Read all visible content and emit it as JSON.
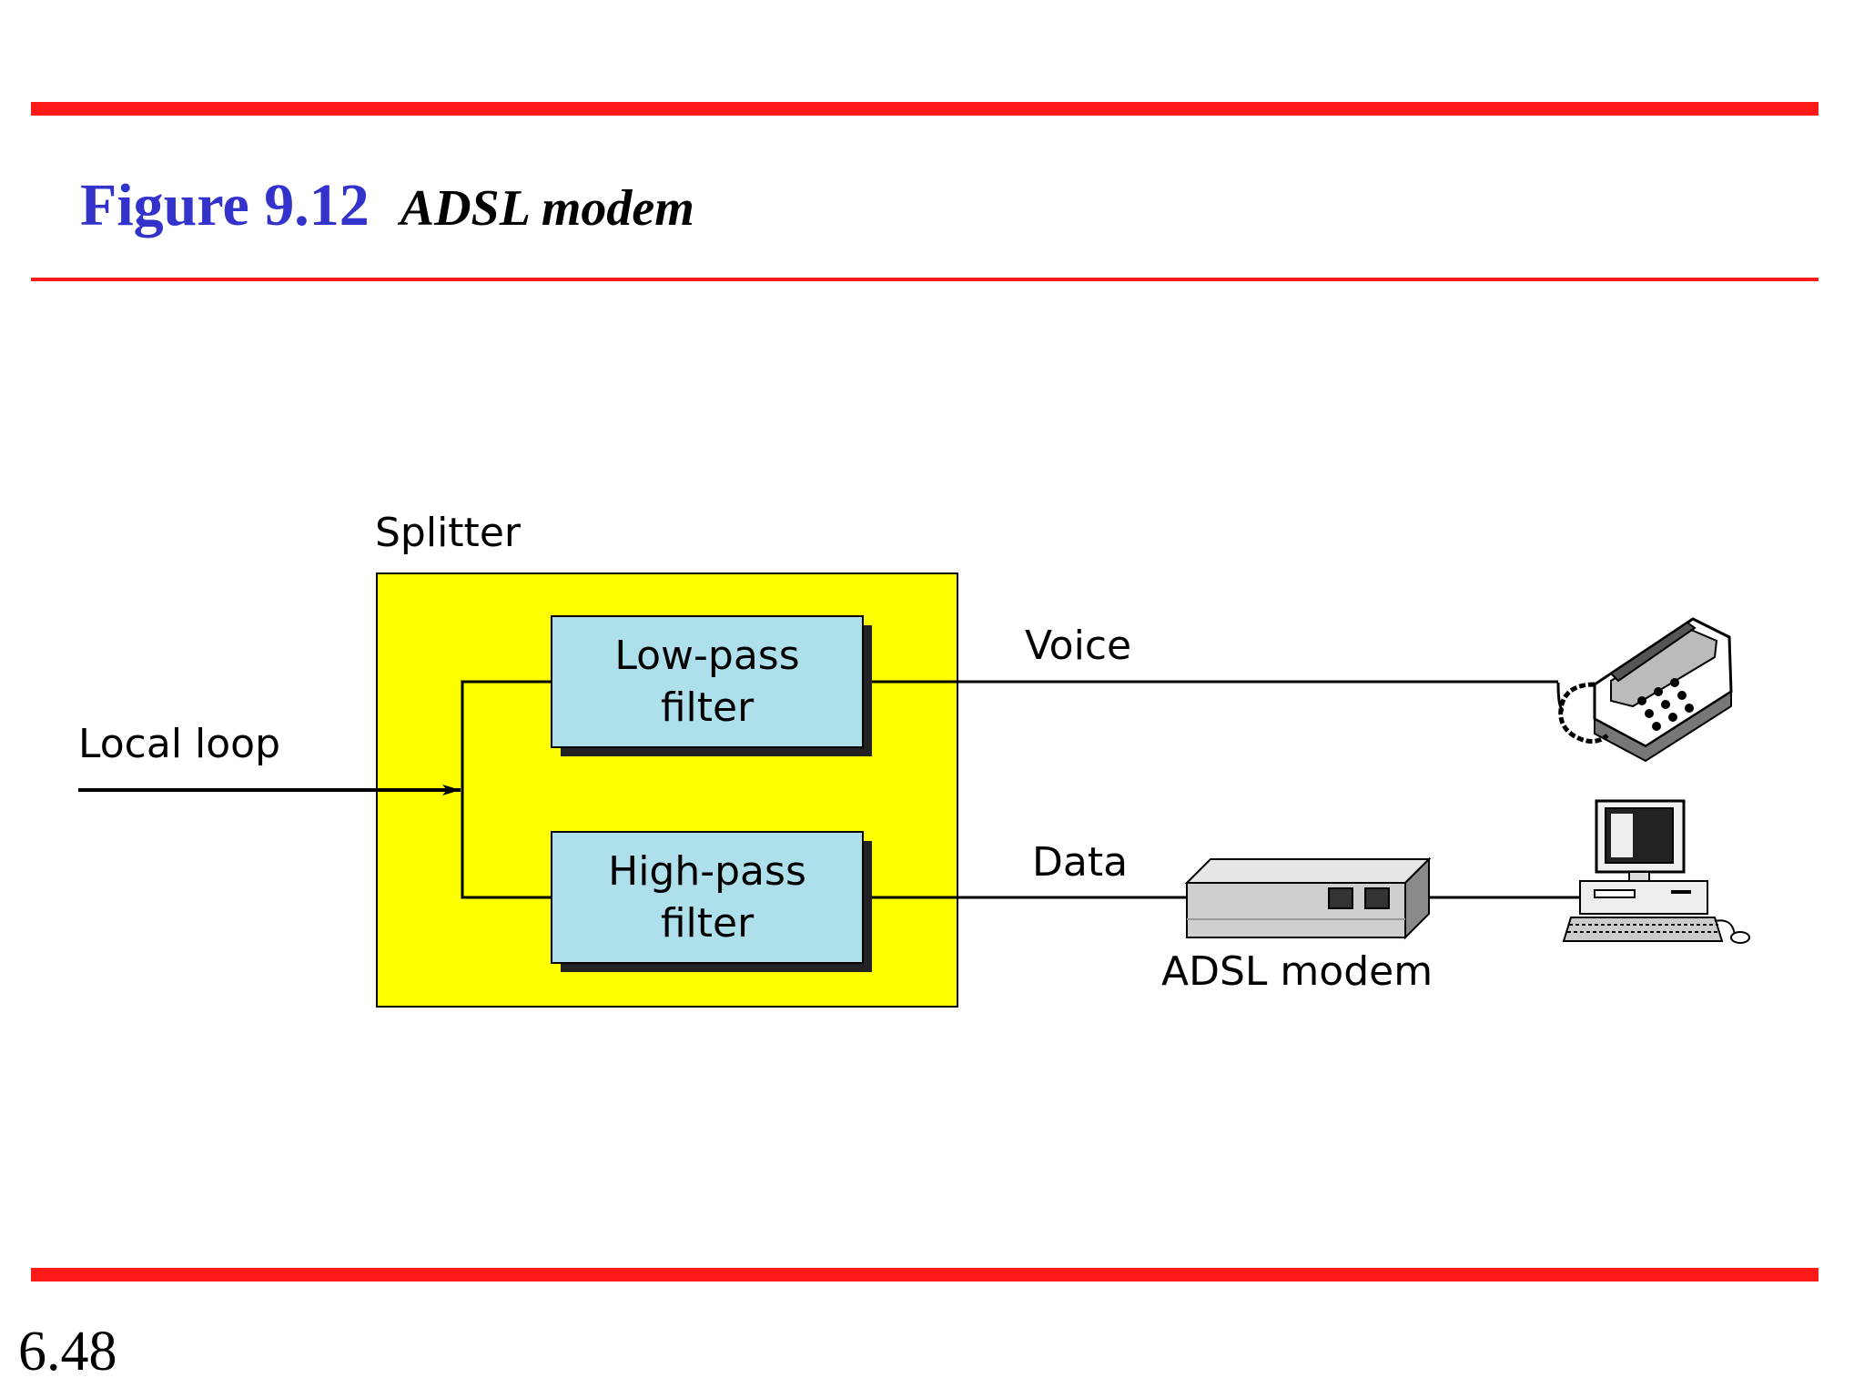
{
  "figure": {
    "number": "Figure 9.12",
    "title": "ADSL modem"
  },
  "diagram": {
    "splitter_label": "Splitter",
    "input_label": "Local loop",
    "low_pass": {
      "line1": "Low-pass",
      "line2": "filter"
    },
    "high_pass": {
      "line1": "High-pass",
      "line2": "filter"
    },
    "voice_label": "Voice",
    "data_label": "Data",
    "modem_label": "ADSL modem",
    "devices": [
      "telephone-icon",
      "computer-icon",
      "adsl-modem-icon"
    ]
  },
  "colors": {
    "rule": "#ff1a1a",
    "figure_number": "#3333cc",
    "splitter_fill": "#ffff00",
    "filter_fill": "#aee0ec"
  },
  "page_number": "6.48"
}
